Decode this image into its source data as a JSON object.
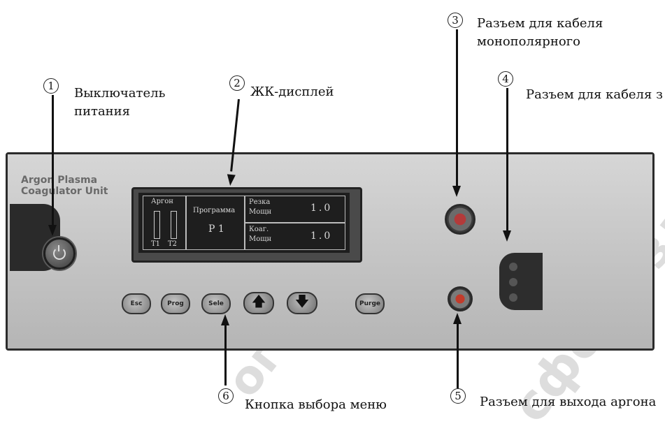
{
  "callouts": [
    {
      "num": "1",
      "text_lines": [
        "Выключатель",
        "питания"
      ]
    },
    {
      "num": "2",
      "text_lines": [
        "ЖК-дисплей"
      ]
    },
    {
      "num": "3",
      "text_lines": [
        "Разъем для кабеля",
        "монополярного"
      ]
    },
    {
      "num": "4",
      "text_lines": [
        "Разъем для кабеля з"
      ]
    },
    {
      "num": "5",
      "text_lines": [
        "Разъем для выхода аргона"
      ]
    },
    {
      "num": "6",
      "text_lines": [
        "Кнопка выбора меню"
      ]
    }
  ],
  "panel": {
    "brand_line1": "Argon Plasma",
    "brand_line2": "Coagulator Unit"
  },
  "lcd": {
    "argon_label": "Аргон",
    "t1": "T1",
    "t2": "T2",
    "program_label": "Программа",
    "program_value": "P 1",
    "cut_label_1": "Резка",
    "cut_label_2": "Мощн",
    "cut_value": "1.0",
    "coag_label_1": "Коаг.",
    "coag_label_2": "Мощн",
    "coag_value": "1.0"
  },
  "buttons": {
    "esc": "Esc",
    "prog": "Prog",
    "sele": "Sele",
    "up": "🡅",
    "down": "🡇",
    "purge": "Purge"
  },
  "watermark": {
    "text1": "огого",
    "text2": "сфере здраво"
  }
}
